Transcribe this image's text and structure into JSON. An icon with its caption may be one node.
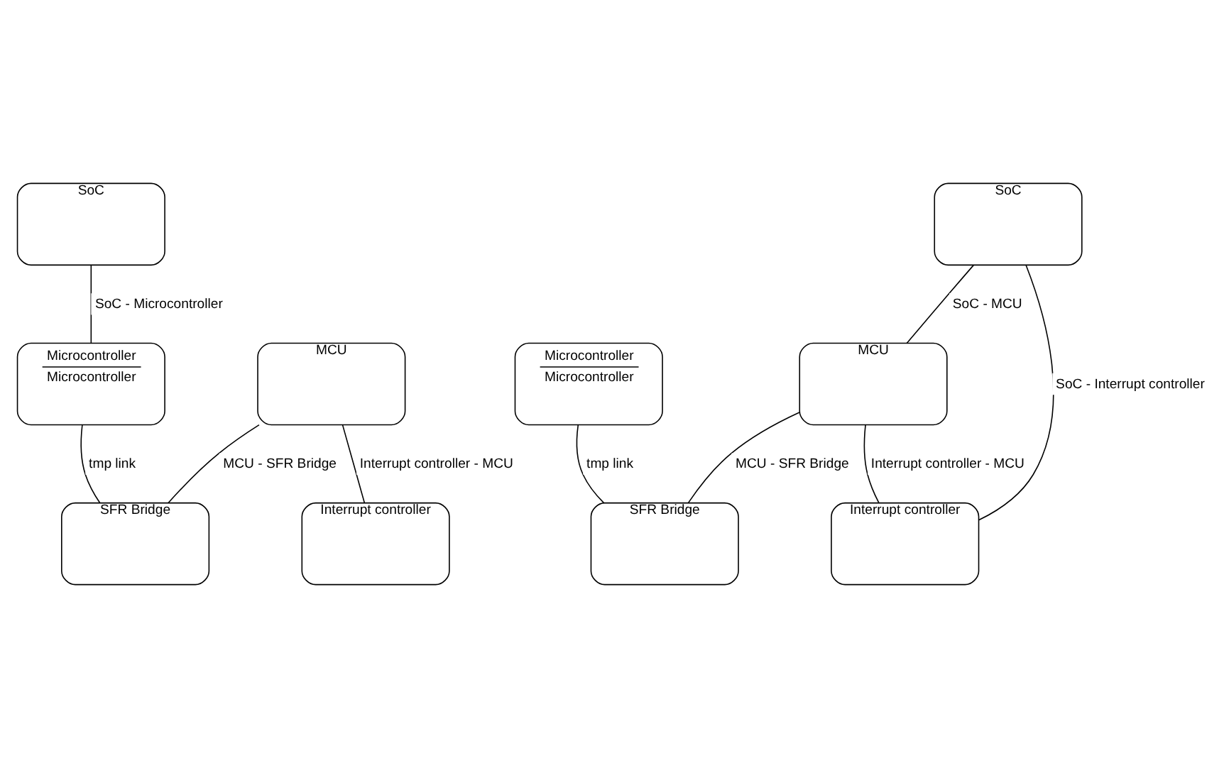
{
  "diagram": {
    "nodes": [
      {
        "text": [
          "SoC"
        ]
      },
      {
        "text": [
          "Microcontroller",
          "Microcontroller"
        ]
      },
      {
        "text": [
          "MCU"
        ]
      },
      {
        "text": [
          "SFR Bridge"
        ]
      },
      {
        "text": [
          "Interrupt controller"
        ]
      },
      {
        "text": [
          "SoC"
        ]
      },
      {
        "text": [
          "Microcontroller",
          "Microcontroller"
        ]
      },
      {
        "text": [
          "MCU"
        ]
      },
      {
        "text": [
          "SFR Bridge"
        ]
      },
      {
        "text": [
          "Interrupt controller"
        ]
      }
    ],
    "edges": [
      {
        "from": 0,
        "to": 1,
        "arrow": "none",
        "label": "SoC - Microcontroller"
      },
      {
        "from": 1,
        "to": 3,
        "arrow": "none",
        "label": "tmp link"
      },
      {
        "from": 2,
        "to": 3,
        "arrow": "none",
        "label": "MCU - SFR Bridge"
      },
      {
        "from": 2,
        "to": 4,
        "arrow": "none",
        "label": "Interrupt controller - MCU"
      },
      {
        "from": 5,
        "to": 7,
        "arrow": "none",
        "label": "SoC - MCU"
      },
      {
        "from": 6,
        "to": 8,
        "arrow": "none",
        "label": "tmp link"
      },
      {
        "from": 7,
        "to": 8,
        "arrow": "none",
        "label": "MCU - SFR Bridge"
      },
      {
        "from": 7,
        "to": 9,
        "arrow": "none",
        "label": "Interrupt controller - MCU"
      },
      {
        "from": 5,
        "to": 9,
        "arrow": "none",
        "label": "SoC - Interrupt controller"
      }
    ]
  }
}
